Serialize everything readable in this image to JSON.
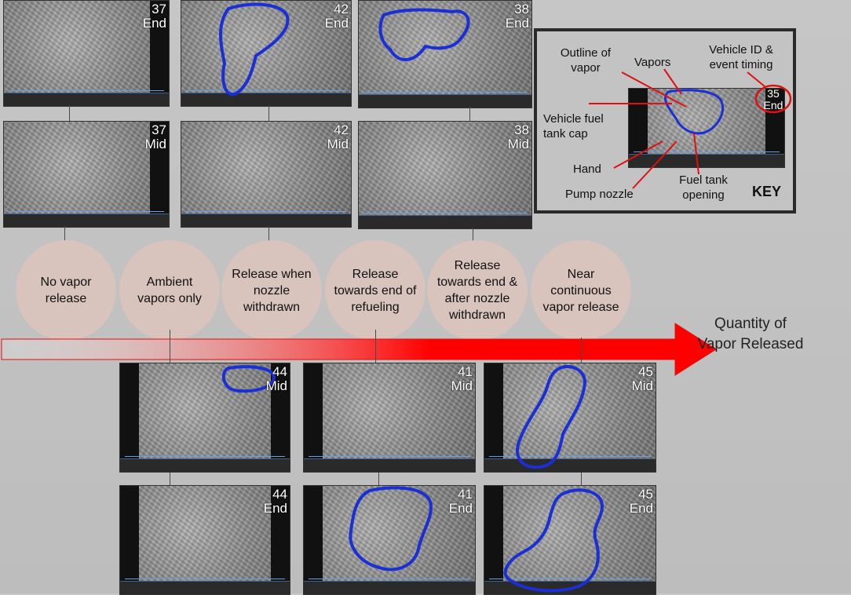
{
  "thumbnails": [
    {
      "id": "t1",
      "num": "37",
      "phase": "End"
    },
    {
      "id": "t2",
      "num": "42",
      "phase": "End"
    },
    {
      "id": "t3",
      "num": "38",
      "phase": "End"
    },
    {
      "id": "t4",
      "num": "37",
      "phase": "Mid"
    },
    {
      "id": "t5",
      "num": "42",
      "phase": "Mid"
    },
    {
      "id": "t6",
      "num": "38",
      "phase": "Mid"
    },
    {
      "id": "t7",
      "num": "44",
      "phase": "Mid"
    },
    {
      "id": "t8",
      "num": "41",
      "phase": "Mid"
    },
    {
      "id": "t9",
      "num": "45",
      "phase": "Mid"
    },
    {
      "id": "t10",
      "num": "44",
      "phase": "End"
    },
    {
      "id": "t11",
      "num": "41",
      "phase": "End"
    },
    {
      "id": "t12",
      "num": "45",
      "phase": "End"
    }
  ],
  "categories": [
    {
      "label": "No vapor release"
    },
    {
      "label": "Ambient vapors only"
    },
    {
      "label": "Release when nozzle withdrawn"
    },
    {
      "label": "Release towards end of refueling"
    },
    {
      "label": "Release towards end & after nozzle withdrawn"
    },
    {
      "label": "Near continuous vapor release"
    }
  ],
  "arrow": {
    "label": "Quantity of Vapor Released"
  },
  "key": {
    "title": "KEY",
    "image_num": "35",
    "image_phase": "End",
    "labels": {
      "outline": "Outline of vapor",
      "vapors": "Vapors",
      "vehicle_id": "Vehicle ID & event timing",
      "fuel_cap": "Vehicle fuel tank cap",
      "hand": "Hand",
      "nozzle": "Pump nozzle",
      "opening": "Fuel tank opening"
    }
  },
  "colors": {
    "outline": "#1a2fd6",
    "arrow": "#ff0000",
    "key_lines": "#e01010",
    "circle": "#d8c3bd"
  }
}
